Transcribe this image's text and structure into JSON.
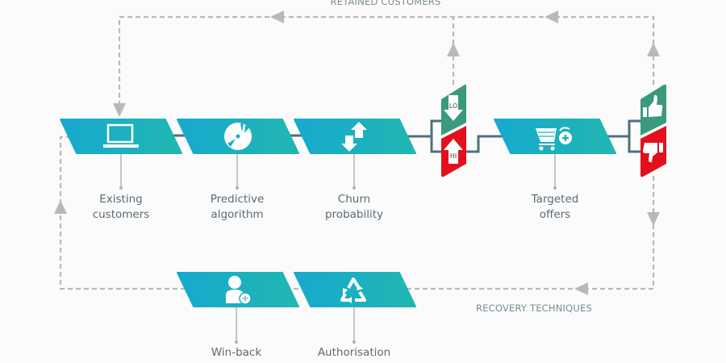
{
  "diagram": {
    "top_loop_label": "RETAINED CUSTOMERS",
    "bottom_loop_label": "RECOVERY TECHNIQUES",
    "colors": {
      "box_gradient_start": "#17a9cf",
      "box_gradient_end": "#20b7b0",
      "green": "#3a9a7e",
      "red": "#e2101c",
      "connector": "#4f6f7f",
      "dashed": "#b9b9b9",
      "label": "#5a6a74"
    },
    "steps": [
      {
        "id": "existing-customers",
        "icon": "laptop-icon",
        "label_line1": "Existing",
        "label_line2": "customers"
      },
      {
        "id": "predictive-algorithm",
        "icon": "disc-icon",
        "label_line1": "Predictive",
        "label_line2": "algorithm"
      },
      {
        "id": "churn-probability",
        "icon": "up-down-arrows-icon",
        "label_line1": "Churn",
        "label_line2": "probability"
      },
      {
        "id": "targeted-offers",
        "icon": "cart-plus-icon",
        "label_line1": "Targeted",
        "label_line2": "offers"
      },
      {
        "id": "win-back",
        "icon": "user-plus-icon",
        "label_line1": "Win-back",
        "label_line2": ""
      },
      {
        "id": "authorisation",
        "icon": "recycle-icon",
        "label_line1": "Authorisation",
        "label_line2": ""
      }
    ],
    "decisions": [
      {
        "id": "churn-level",
        "top_icon": "down-arrow-icon",
        "top_text": "LO",
        "bottom_icon": "up-arrow-icon",
        "bottom_text": "HI"
      },
      {
        "id": "offer-response",
        "top_icon": "thumbs-up-icon",
        "top_text": "",
        "bottom_icon": "thumbs-down-icon",
        "bottom_text": ""
      }
    ]
  }
}
